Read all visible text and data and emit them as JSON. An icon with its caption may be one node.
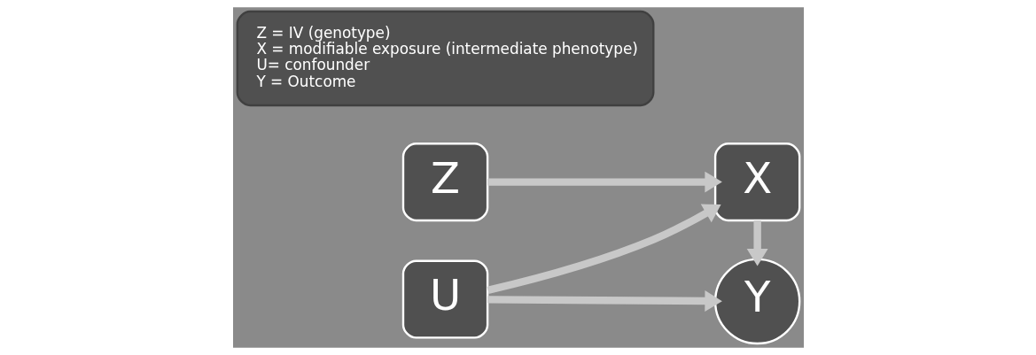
{
  "diagram": {
    "nodes": [
      {
        "text": [
          "Z"
        ]
      },
      {
        "text": [
          "X"
        ]
      },
      {
        "text": [
          "U"
        ]
      },
      {
        "text": [
          "Y"
        ]
      },
      {
        "text": [
          "Z = IV (genotype)",
          "X = modifiable exposure (intermediate phenotype)",
          "U= confounder",
          "Y = Outcome"
        ]
      }
    ],
    "edges": [
      {
        "from": 0,
        "to": 1,
        "arrow": "to"
      },
      {
        "from": 1,
        "to": 3,
        "arrow": "to"
      },
      {
        "from": 2,
        "to": 1,
        "arrow": "to"
      },
      {
        "from": 2,
        "to": 3,
        "arrow": "to"
      }
    ]
  }
}
